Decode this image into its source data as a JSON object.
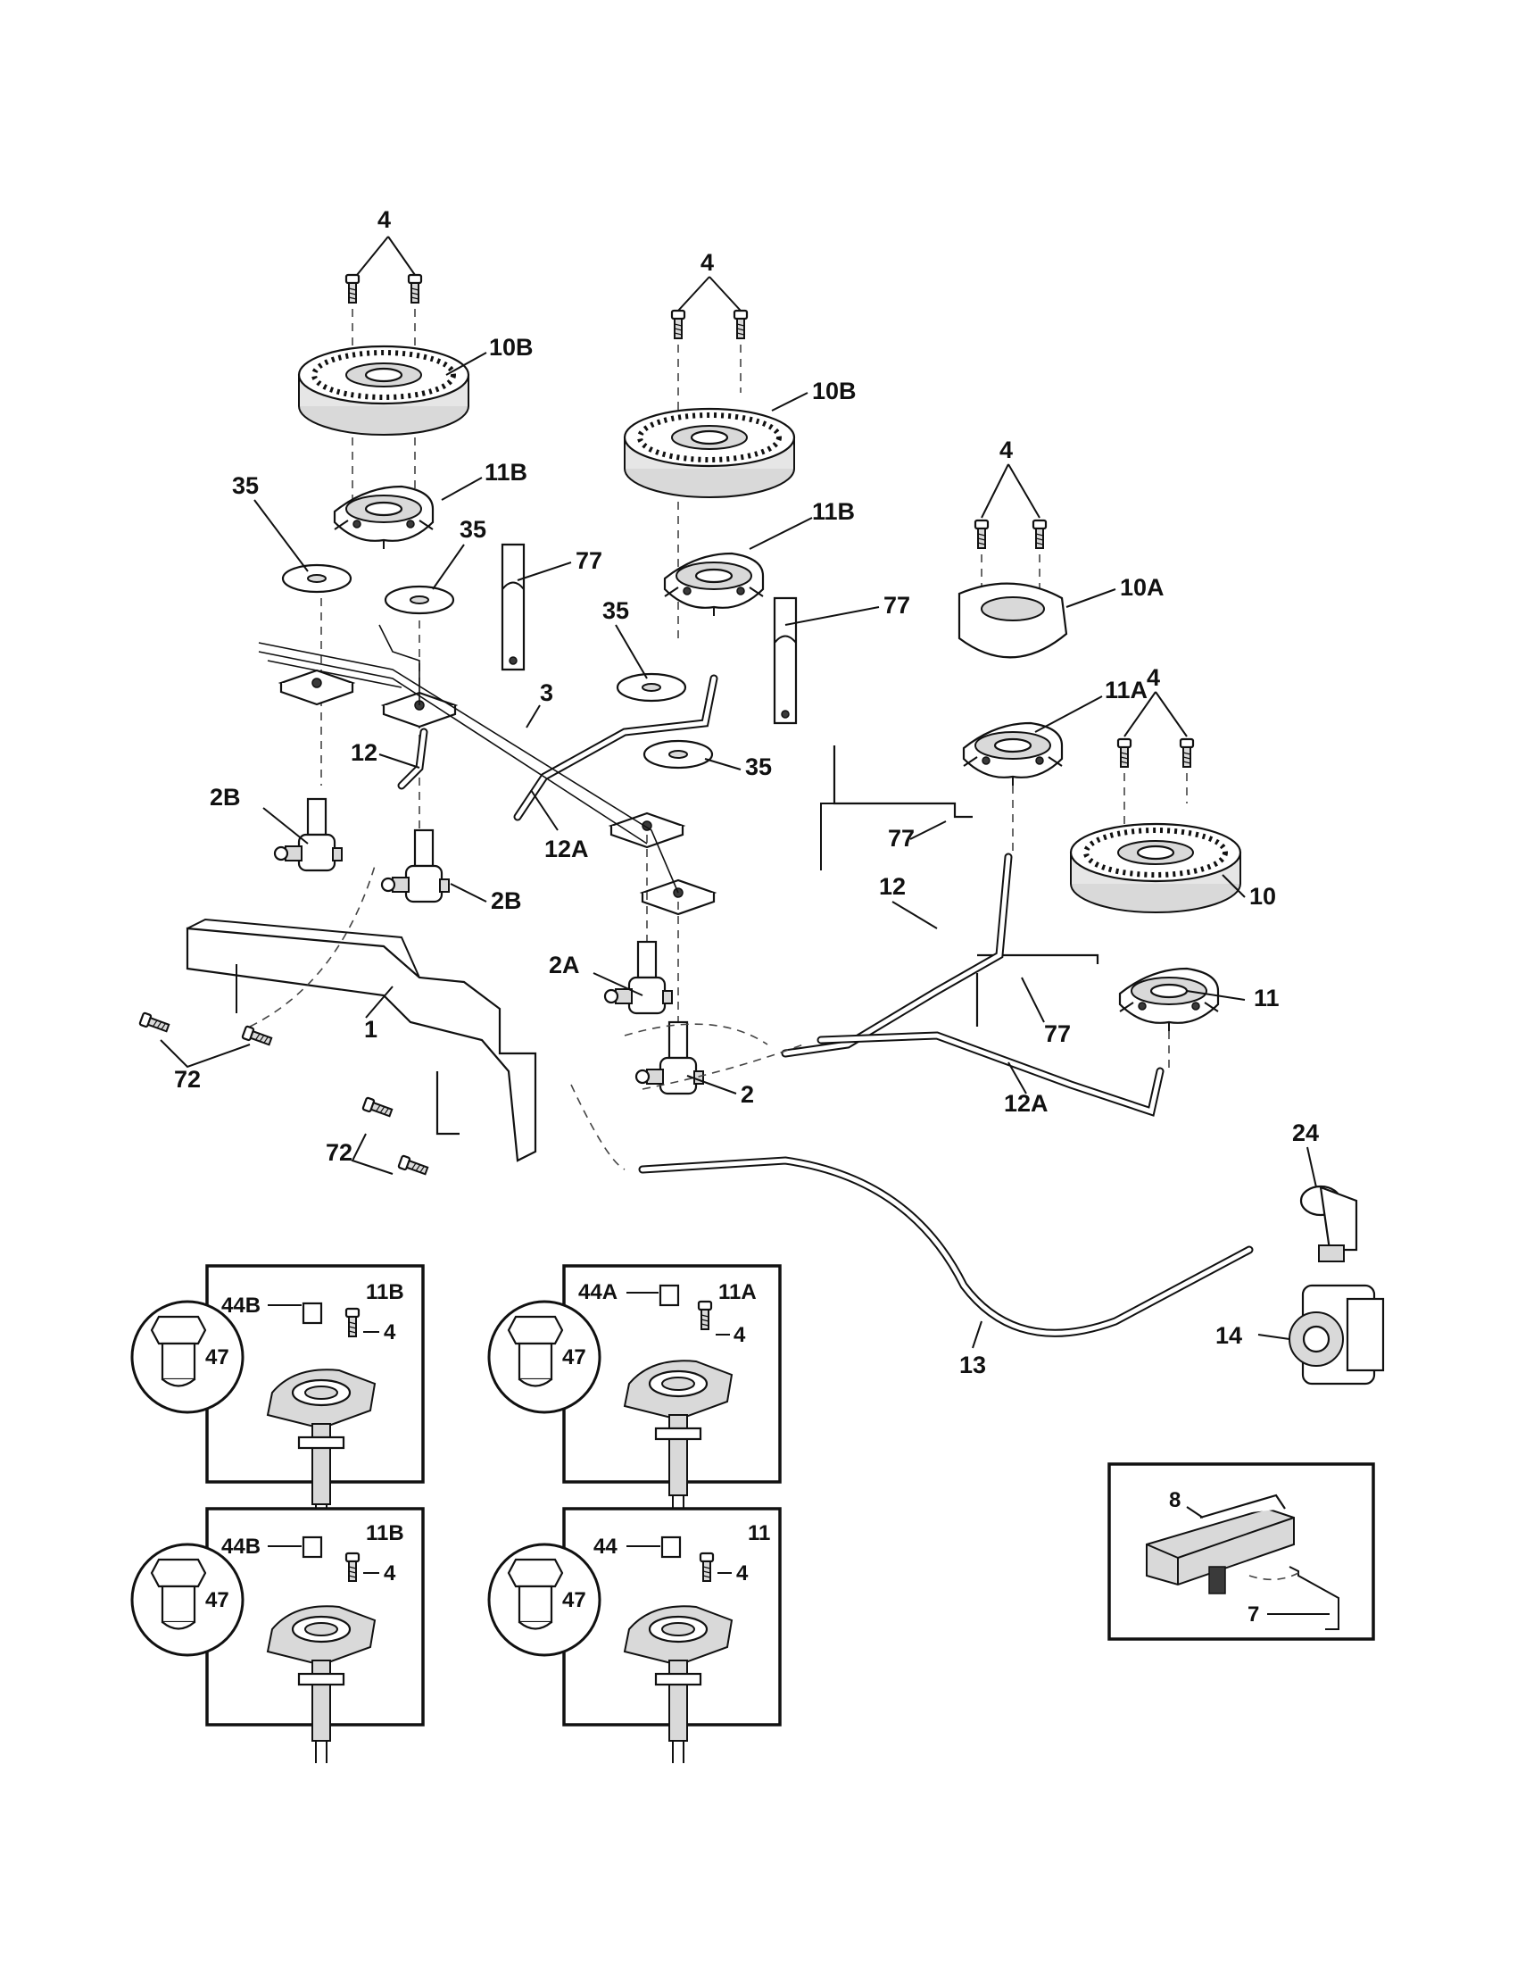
{
  "callouts": {
    "c4_a": "4",
    "c10B_a": "10B",
    "c11B_a": "11B",
    "c35_a": "35",
    "c35_b": "35",
    "c77_a": "77",
    "c4_b": "4",
    "c10B_b": "10B",
    "c11B_b": "11B",
    "c35_c": "35",
    "c77_b": "77",
    "c4_c": "4",
    "c10A": "10A",
    "c11A": "11A",
    "c4_d": "4",
    "c3": "3",
    "c12_a": "12",
    "c2B_a": "2B",
    "c12A_a": "12A",
    "c35_d": "35",
    "c77_c": "77",
    "c10": "10",
    "c2B_b": "2B",
    "c12_b": "12",
    "c2A": "2A",
    "c1": "1",
    "c11": "11",
    "c77_d": "77",
    "c72_a": "72",
    "c2": "2",
    "c12A_b": "12A",
    "c72_b": "72",
    "c24": "24",
    "c14": "14",
    "c13": "13"
  },
  "insets": [
    {
      "title": "11B",
      "orifice": "44B",
      "screw": "4",
      "detail": "47"
    },
    {
      "title": "11A",
      "orifice": "44A",
      "screw": "4",
      "detail": "47"
    },
    {
      "title": "11B",
      "orifice": "44B",
      "screw": "4",
      "detail": "47"
    },
    {
      "title": "11",
      "orifice": "44",
      "screw": "4",
      "detail": "47"
    }
  ],
  "ignitor_inset": {
    "module": "8",
    "bracket": "7"
  }
}
